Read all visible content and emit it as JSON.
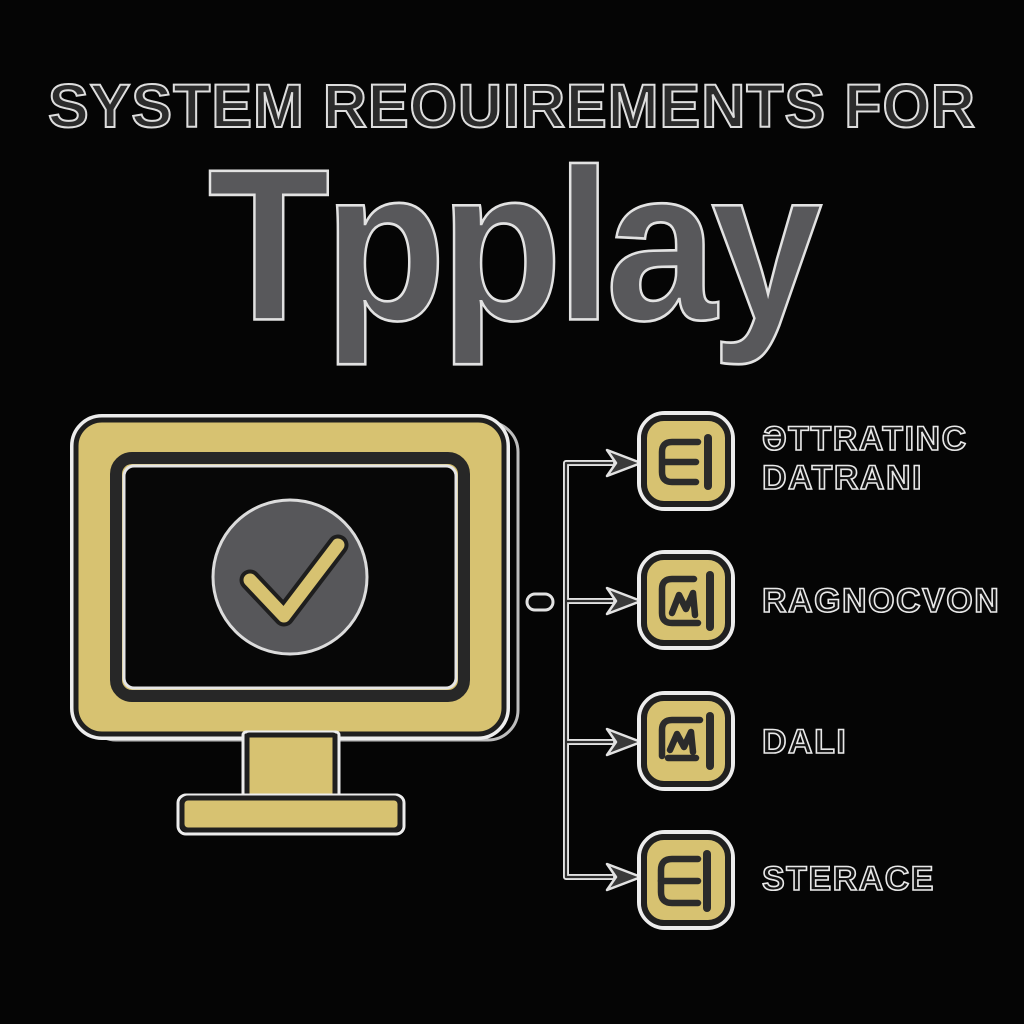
{
  "canvas": {
    "background": "#050505"
  },
  "header": {
    "kicker": "SYSTEM REOUIREMENTS FOR",
    "title": "Tpplay"
  },
  "monitor": {
    "name": "monitor-with-checkmark",
    "frame_color": "#d7c271",
    "screen_color": "#070707",
    "check_circle_color": "#57575a",
    "check_color": "#d7c271"
  },
  "requirements": [
    {
      "icon": "module-card-icon",
      "label_line1": "ƏTTRATINC",
      "label_line2": "DATRANI"
    },
    {
      "icon": "scribble-m-card-icon",
      "label_line1": "RAGNOCVON",
      "label_line2": ""
    },
    {
      "icon": "scribble-m-frame-icon",
      "label_line1": "DALI",
      "label_line2": ""
    },
    {
      "icon": "stack-card-icon",
      "label_line1": "STERACE",
      "label_line2": ""
    }
  ],
  "colors": {
    "gold": "#d7c271",
    "dark_stroke": "#262626",
    "light_outline": "#e9e9e9",
    "title_gray": "#58585b",
    "kicker_gray": "#2c2c2c",
    "connector_gray": "#3a3a3a"
  }
}
